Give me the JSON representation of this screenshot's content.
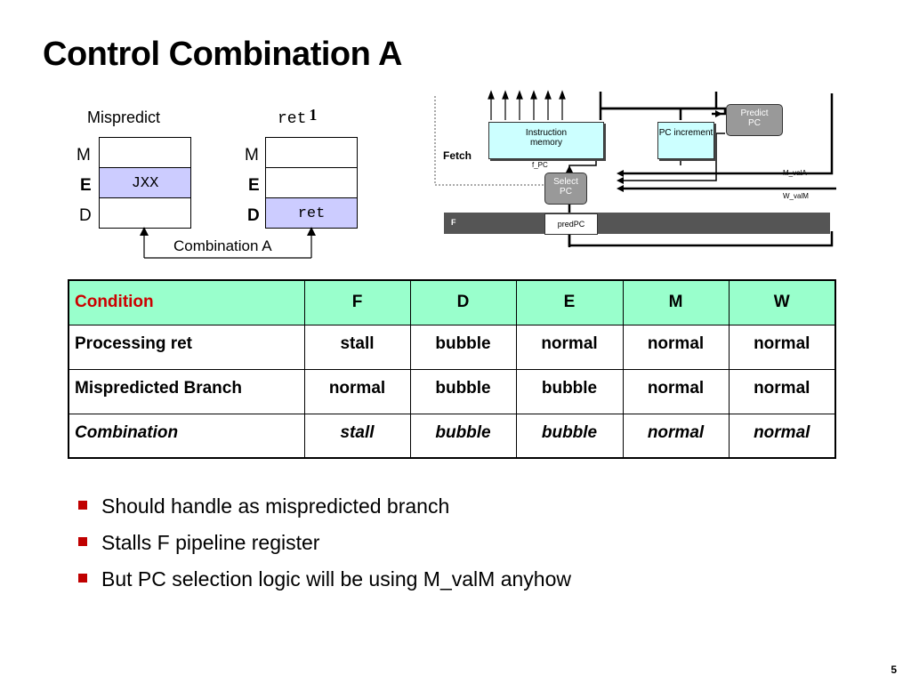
{
  "title": "Control Combination A",
  "left_diagram": {
    "mispredict_label": "Mispredict",
    "ret_label": "ret",
    "ret_superscript": "1",
    "stages": [
      "M",
      "E",
      "D"
    ],
    "mispredict_cell": "JXX",
    "ret_cell": "ret",
    "combination_label": "Combination A"
  },
  "fetch_diagram": {
    "instruction_memory": "Instruction memory",
    "pc_increment": "PC increment",
    "predict_pc": "Predict PC",
    "select_pc": "Select PC",
    "fetch_label": "Fetch",
    "f_pc": "f_PC",
    "m_vala": "M_valA",
    "w_valm": "W_valM",
    "f_register": "F",
    "predpc": "predPC"
  },
  "table": {
    "headers": [
      "Condition",
      "F",
      "D",
      "E",
      "M",
      "W"
    ],
    "rows": [
      [
        "Processing ret",
        "stall",
        "bubble",
        "normal",
        "normal",
        "normal"
      ],
      [
        "Mispredicted Branch",
        "normal",
        "bubble",
        "bubble",
        "normal",
        "normal"
      ],
      [
        "Combination",
        "stall",
        "bubble",
        "bubble",
        "normal",
        "normal"
      ]
    ]
  },
  "bullets": [
    "Should handle as mispredicted branch",
    "Stalls F pipeline register",
    "But PC selection logic will be using M_valM anyhow"
  ],
  "page_number": "5",
  "colors": {
    "header_bg": "#99ffcc",
    "condition_header": "#cc0000",
    "highlight_cell": "#ccccff",
    "bullet": "#c00000",
    "memory_box": "#ccffff"
  }
}
